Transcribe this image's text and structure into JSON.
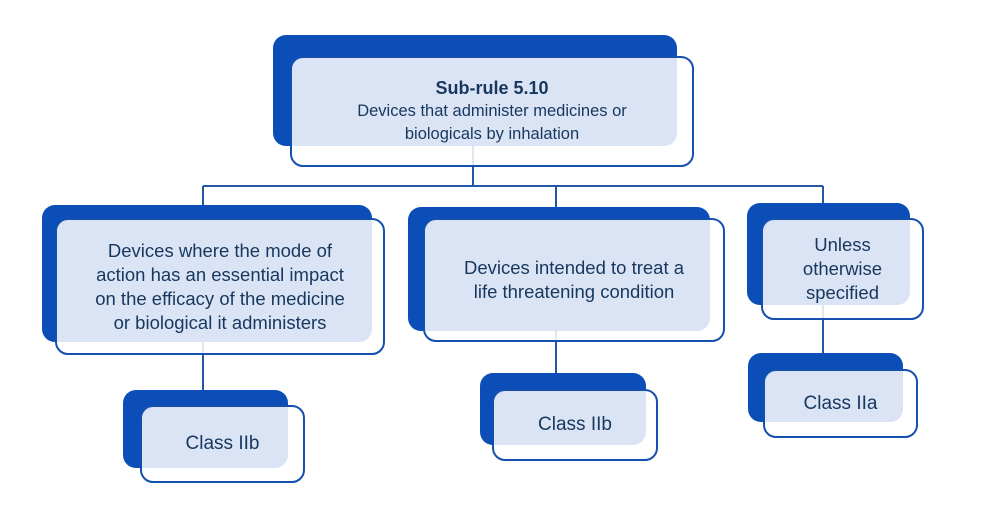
{
  "diagram": {
    "root": {
      "title": "Sub-rule 5.10",
      "lines": [
        "Devices that administer medicines or",
        "biologicals by inhalation"
      ]
    },
    "branches": [
      {
        "lines": [
          "Devices where the mode of",
          "action has an essential impact",
          "on the efficacy of the medicine",
          "or biological it administers"
        ],
        "result": "Class IIb"
      },
      {
        "lines": [
          "Devices intended to treat a",
          "life threatening condition"
        ],
        "result": "Class IIb"
      },
      {
        "lines": [
          "Unless",
          "otherwise",
          "specified"
        ],
        "result": "Class IIa"
      }
    ],
    "colors": {
      "shadow_blue": "#0C4EB8",
      "border_blue": "#1450AE",
      "connector_blue": "#2456A6",
      "text_navy": "#17375E",
      "overlap_tint": "#E1E8F5"
    }
  }
}
